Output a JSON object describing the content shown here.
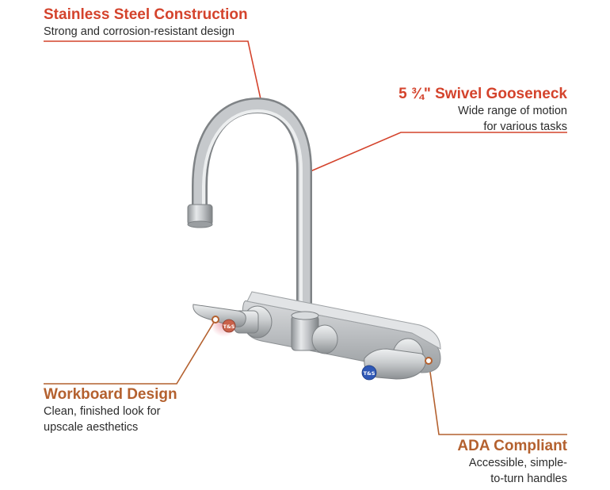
{
  "callouts": {
    "stainless": {
      "title": "Stainless Steel Construction",
      "desc": "Strong and corrosion-resistant design"
    },
    "gooseneck": {
      "title": "5 ¾\" Swivel Gooseneck",
      "desc_line1": "Wide range of motion",
      "desc_line2": "for various tasks"
    },
    "workboard": {
      "title": "Workboard Design",
      "desc_line1": "Clean, finished look for",
      "desc_line2": "upscale aesthetics"
    },
    "ada": {
      "title": "ADA Compliant",
      "desc_line1": "Accessible, simple-",
      "desc_line2": "to-turn handles"
    }
  },
  "colors": {
    "accent_red": "#d4432c",
    "accent_brown": "#b4612f",
    "steel": "#b9bcbf",
    "hot_indicator": "#c9614a",
    "cold_indicator": "#2f58b6"
  },
  "handle_logos": {
    "hot": "T&S",
    "cold": "T&S"
  }
}
